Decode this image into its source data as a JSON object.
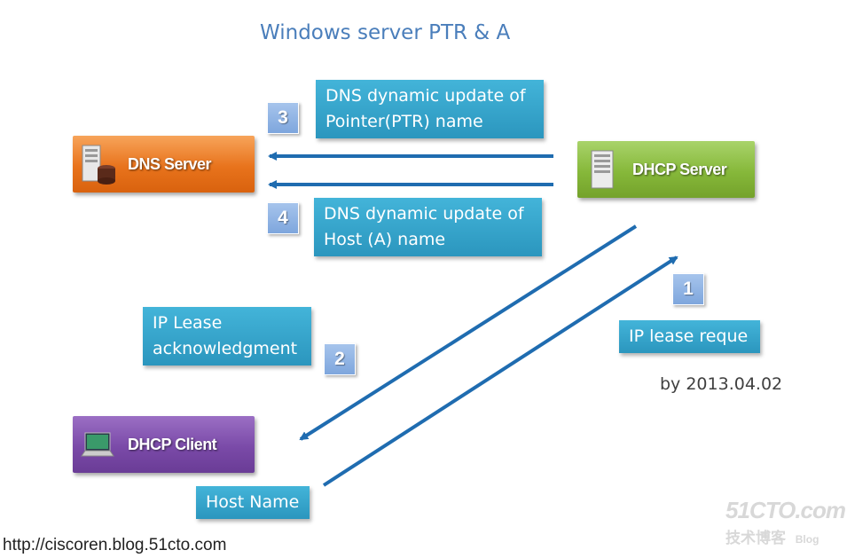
{
  "title": "Windows server PTR & A",
  "nodes": {
    "dns_server": "DNS Server",
    "dhcp_server": "DHCP Server",
    "dhcp_client": "DHCP Client"
  },
  "labels": {
    "ptr_update": "DNS dynamic update of Pointer(PTR) name",
    "ptr_update_l1": "DNS dynamic update of",
    "ptr_update_l2": "Pointer(PTR) name",
    "a_update_l1": "DNS dynamic update of",
    "a_update_l2": "Host (A) name",
    "ack_l1": "IP Lease",
    "ack_l2": "acknowledgment",
    "ip_request": "IP lease reque",
    "host_name": "Host Name"
  },
  "steps": [
    "1",
    "2",
    "3",
    "4"
  ],
  "footer": {
    "author_date": "by 2013.04.02",
    "url": "http://ciscoren.blog.51cto.com",
    "watermark_main": "51CTO.com",
    "watermark_sub": "技术博客",
    "watermark_blog": "Blog"
  },
  "colors": {
    "arrow": "#1f6cb0",
    "dns_server": "#e8731c",
    "dhcp_server": "#86b83a",
    "dhcp_client": "#7a4aa8",
    "label_box": "#2b96be",
    "step_box": "#8fb0e0"
  }
}
